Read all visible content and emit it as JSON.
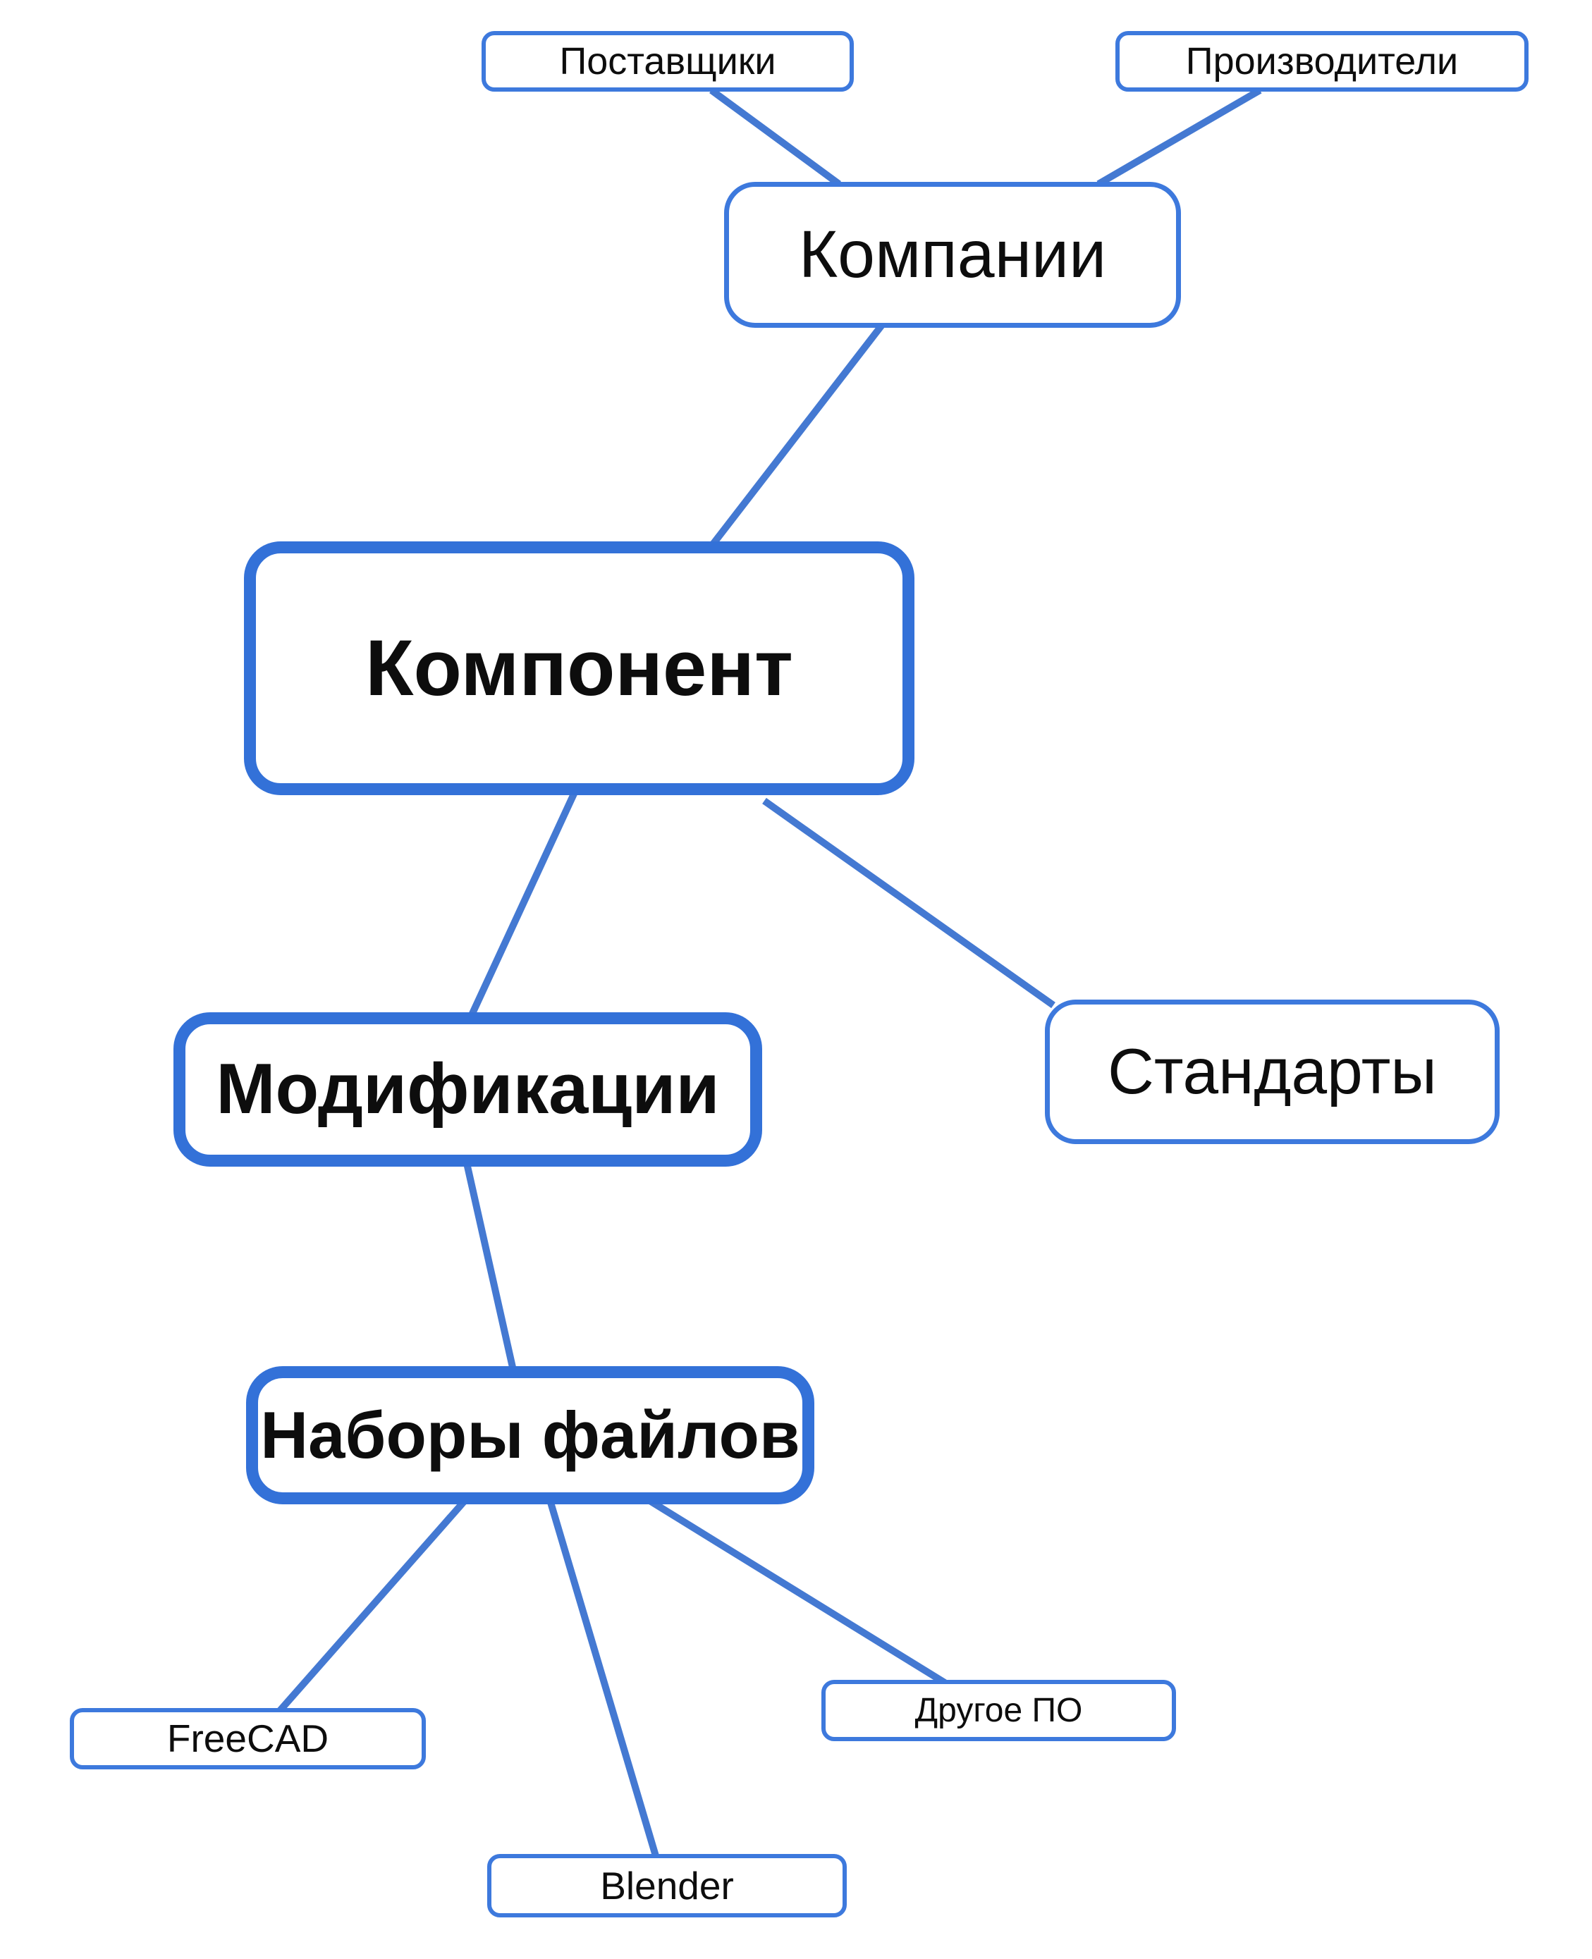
{
  "diagram": {
    "title": "",
    "background_color": "#ffffff",
    "text_color": "#0d0d0d",
    "colors": {
      "edge": "#4479d2",
      "border_thin": "#3d79dd",
      "border_thick": "#3371d8",
      "node_fill": "#ffffff"
    },
    "nodes": [
      {
        "id": "suppliers",
        "label": "Поставщики",
        "emphasis": "normal",
        "size": "small"
      },
      {
        "id": "manufacturers",
        "label": "Производители",
        "emphasis": "normal",
        "size": "small"
      },
      {
        "id": "companies",
        "label": "Компании",
        "emphasis": "normal",
        "size": "medium"
      },
      {
        "id": "component",
        "label": "Компонент",
        "emphasis": "bold",
        "size": "large"
      },
      {
        "id": "modifications",
        "label": "Модификации",
        "emphasis": "bold",
        "size": "large"
      },
      {
        "id": "standards",
        "label": "Стандарты",
        "emphasis": "normal",
        "size": "medium"
      },
      {
        "id": "file-sets",
        "label": "Наборы файлов",
        "emphasis": "bold",
        "size": "large"
      },
      {
        "id": "freecad",
        "label": "FreeCAD",
        "emphasis": "normal",
        "size": "small"
      },
      {
        "id": "blender",
        "label": "Blender",
        "emphasis": "normal",
        "size": "small"
      },
      {
        "id": "other-software",
        "label": "Другое ПО",
        "emphasis": "normal",
        "size": "small"
      }
    ],
    "edges": [
      {
        "from": "suppliers",
        "to": "companies"
      },
      {
        "from": "manufacturers",
        "to": "companies"
      },
      {
        "from": "companies",
        "to": "component"
      },
      {
        "from": "component",
        "to": "modifications"
      },
      {
        "from": "component",
        "to": "standards"
      },
      {
        "from": "modifications",
        "to": "file-sets"
      },
      {
        "from": "file-sets",
        "to": "freecad"
      },
      {
        "from": "file-sets",
        "to": "blender"
      },
      {
        "from": "file-sets",
        "to": "other-software"
      }
    ]
  }
}
